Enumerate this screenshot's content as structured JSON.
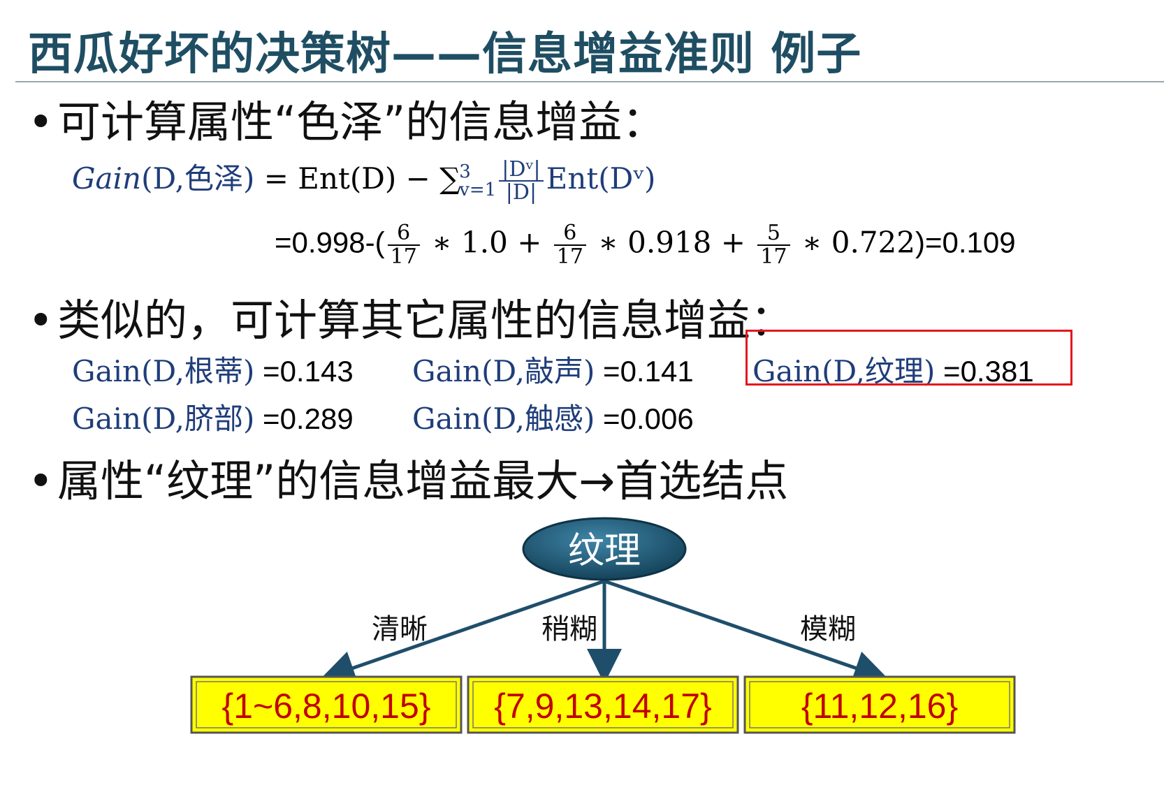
{
  "title": "西瓜好坏的决策树——信息增益准则 例子",
  "bullet_1": "可计算属性“色泽”的信息增益：",
  "formula": {
    "gain": "Gain",
    "args": "(D,色泽)",
    "eq": " = Ent(D) − ∑",
    "sum_upper": "3",
    "sum_lower": "v=1",
    "frac_top": "|Dᵛ|",
    "frac_bot": "|D|",
    "tail": "Ent(Dᵛ)"
  },
  "calc": {
    "prefix": "=0.998-(",
    "f1_top": "6",
    "f1_bot": "17",
    "m1": " ∗ 1.0 + ",
    "f2_top": "6",
    "f2_bot": "17",
    "m2": " ∗ 0.918 + ",
    "f3_top": "5",
    "f3_bot": "17",
    "m3": " ∗ 0.722",
    "suffix": ")=0.109"
  },
  "bullet_2": "类似的，可计算其它属性的信息增益：",
  "gains": [
    {
      "label": "Gain(D,根蒂)",
      "value": " =0.143"
    },
    {
      "label": "Gain(D,敲声)",
      "value": " =0.141"
    },
    {
      "label": "Gain(D,纹理)",
      "value": " =0.381"
    },
    {
      "label": "Gain(D,脐部)",
      "value": " =0.289"
    },
    {
      "label": "Gain(D,触感)",
      "value": " =0.006"
    }
  ],
  "bullet_3": "属性“纹理”的信息增益最大→首选结点",
  "tree": {
    "root": "纹理",
    "edges": [
      "清晰",
      "稍糊",
      "模糊"
    ],
    "leaves": [
      "{1~6,8,10,15}",
      "{7,9,13,14,17}",
      "{11,12,16}"
    ]
  },
  "colors": {
    "title": "#1f4e63",
    "math": "#1f3d7a",
    "highlight": "#e2171f",
    "node": "#1b4f6b",
    "leaf_fill": "#ffff00",
    "leaf_text": "#c00000"
  }
}
